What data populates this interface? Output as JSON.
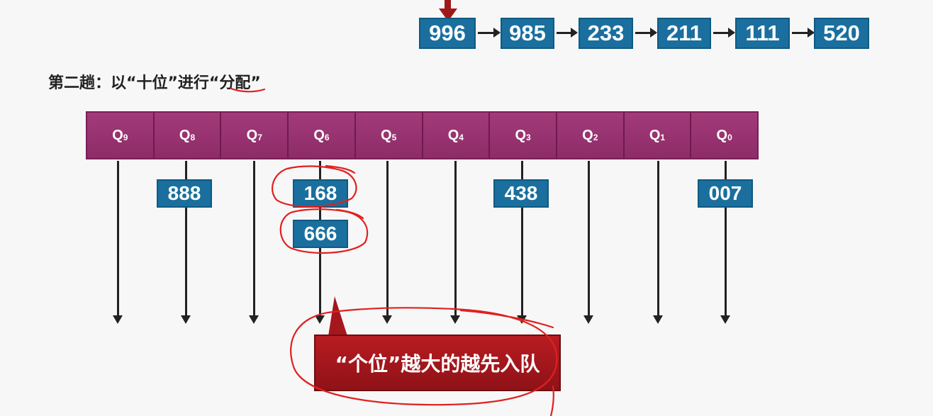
{
  "list": [
    "996",
    "985",
    "233",
    "211",
    "111",
    "520"
  ],
  "caption": "第二趟：以“十位”进行“分配”",
  "queues": [
    {
      "base": "Q",
      "sub": "9"
    },
    {
      "base": "Q",
      "sub": "8"
    },
    {
      "base": "Q",
      "sub": "7"
    },
    {
      "base": "Q",
      "sub": "6"
    },
    {
      "base": "Q",
      "sub": "5"
    },
    {
      "base": "Q",
      "sub": "4"
    },
    {
      "base": "Q",
      "sub": "3"
    },
    {
      "base": "Q",
      "sub": "2"
    },
    {
      "base": "Q",
      "sub": "1"
    },
    {
      "base": "Q",
      "sub": "0"
    }
  ],
  "items": {
    "q8": [
      "888"
    ],
    "q6": [
      "168",
      "666"
    ],
    "q3": [
      "438"
    ],
    "q0": [
      "007"
    ]
  },
  "callout": "“个位”越大的越先入队",
  "colors": {
    "node_blue": "#1a6f9e",
    "queue_magenta": "#a03777",
    "callout_red": "#b81c22",
    "annotation_red": "#e02020"
  }
}
